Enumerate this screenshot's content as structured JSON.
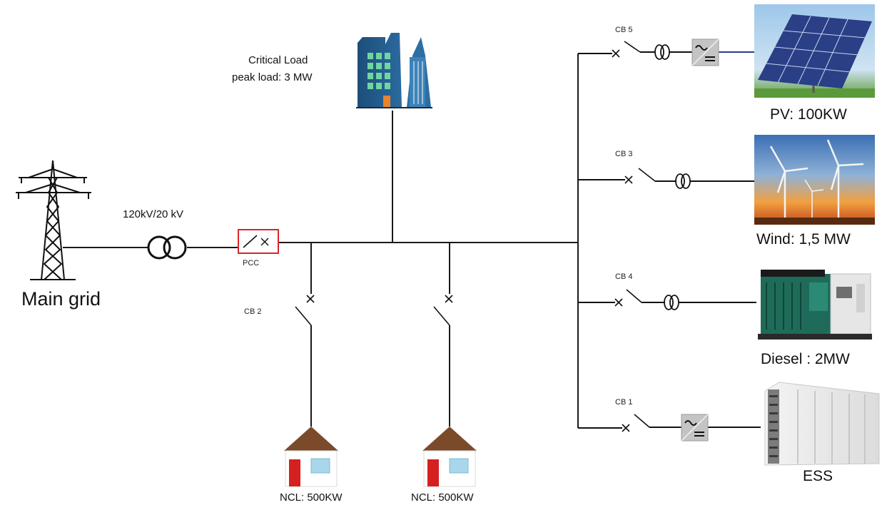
{
  "main_grid": {
    "label": "Main grid"
  },
  "transformer": {
    "label": "120kV/20 kV"
  },
  "pcc": {
    "label": "PCC"
  },
  "critical_load": {
    "line1": "Critical Load",
    "line2": "peak load: 3 MW"
  },
  "breakers": {
    "cb1": "CB 1",
    "cb2": "CB 2",
    "cb3": "CB 3",
    "cb4": "CB 4",
    "cb5": "CB 5"
  },
  "sources": {
    "pv": "PV: 100KW",
    "wind": "Wind: 1,5 MW",
    "diesel": "Diesel : 2MW",
    "ess": "ESS"
  },
  "ncl_loads": [
    {
      "label": "NCL: 500KW"
    },
    {
      "label": "NCL: 500KW"
    }
  ],
  "colors": {
    "line": "#1a1a1a",
    "pcc_box": "#d9252a",
    "pv_panel": "#2a3f86",
    "wind_sky": "#e8892a",
    "diesel": "#1f6b5a",
    "roof": "#7a4a2a",
    "door": "#d62020",
    "building": "#1f3f66"
  }
}
